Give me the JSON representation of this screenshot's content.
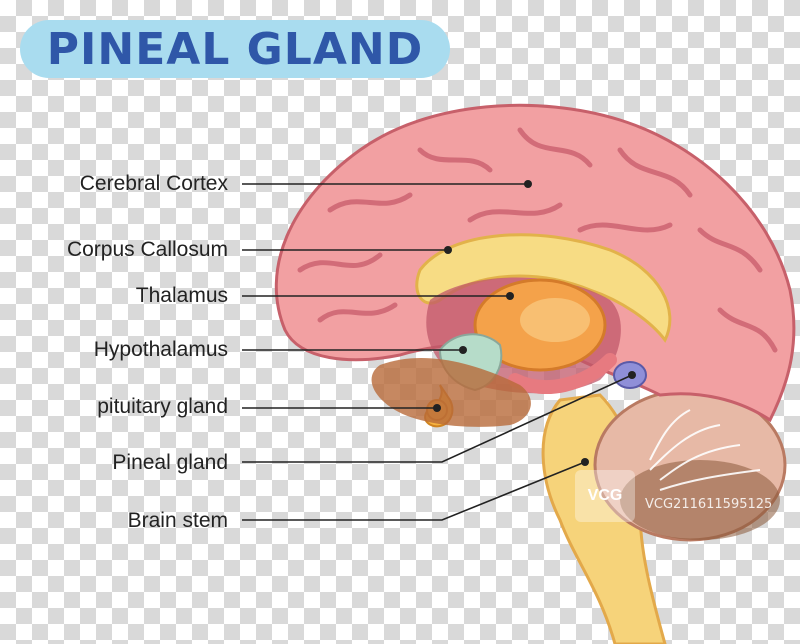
{
  "title": "PINEAL GLAND",
  "labels": [
    {
      "key": "cerebral-cortex",
      "text": "Cerebral Cortex"
    },
    {
      "key": "corpus-callosum",
      "text": "Corpus Callosum"
    },
    {
      "key": "thalamus",
      "text": "Thalamus"
    },
    {
      "key": "hypothalamus",
      "text": "Hypothalamus"
    },
    {
      "key": "pituitary-gland",
      "text": "pituitary gland"
    },
    {
      "key": "pineal-gland",
      "text": "Pineal gland"
    },
    {
      "key": "brain-stem",
      "text": "Brain stem"
    }
  ],
  "watermark": {
    "badge": "VCG",
    "id": "VCG211611595125"
  },
  "colors": {
    "title_bg": "#a9dcef",
    "title_text": "#2f57a8",
    "cortex": "#f2a0a2",
    "corpus_callosum": "#f7dc84",
    "thalamus": "#f4a24a",
    "hypothalamus": "#b6dcc9",
    "pituitary": "#f6b240",
    "pineal": "#8f8fd8",
    "brain_stem": "#f6d37a",
    "cerebellum": "#e7b9a6"
  }
}
